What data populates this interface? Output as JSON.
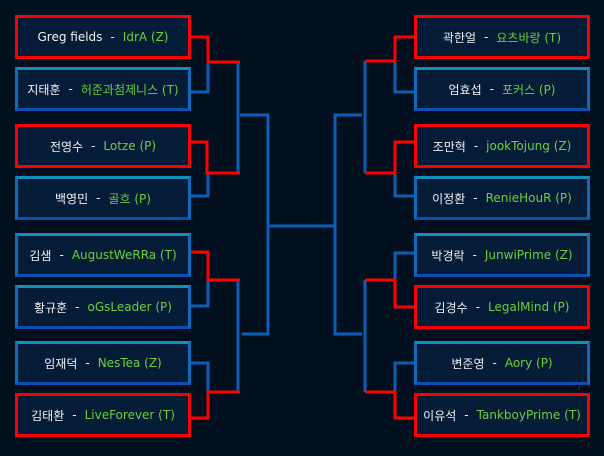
{
  "colors": {
    "win": "#ff0000",
    "line": "#0d5cb5",
    "player": "#6ccf3c"
  },
  "left": [
    {
      "name": "Greg fields",
      "player": "IdrA (Z)",
      "winner": true
    },
    {
      "name": "지태훈",
      "player": "허준과첨제니스 (T)",
      "winner": false
    },
    {
      "name": "전영수",
      "player": "Lotze (P)",
      "winner": true
    },
    {
      "name": "백영민",
      "player": "골흐 (P)",
      "winner": false
    },
    {
      "name": "김샘",
      "player": "AugustWeRRa (T)",
      "winner": false
    },
    {
      "name": "황규훈",
      "player": "oGsLeader (P)",
      "winner": false
    },
    {
      "name": "임재덕",
      "player": "NesTea (Z)",
      "winner": false
    },
    {
      "name": "김태환",
      "player": "LiveForever (T)",
      "winner": true
    }
  ],
  "right": [
    {
      "name": "곽한얼",
      "player": "요츠바랑 (T)",
      "winner": true
    },
    {
      "name": "엄효섭",
      "player": "포커스 (P)",
      "winner": false
    },
    {
      "name": "조만혁",
      "player": "jookTojung (Z)",
      "winner": true
    },
    {
      "name": "이정환",
      "player": "RenieHouR (P)",
      "winner": false
    },
    {
      "name": "박경락",
      "player": "JunwiPrime (Z)",
      "winner": false
    },
    {
      "name": "김경수",
      "player": "LegalMind (P)",
      "winner": true
    },
    {
      "name": "변준영",
      "player": "Aory (P)",
      "winner": false
    },
    {
      "name": "이유석",
      "player": "TankboyPrime (T)",
      "winner": true
    }
  ],
  "sep": "-"
}
